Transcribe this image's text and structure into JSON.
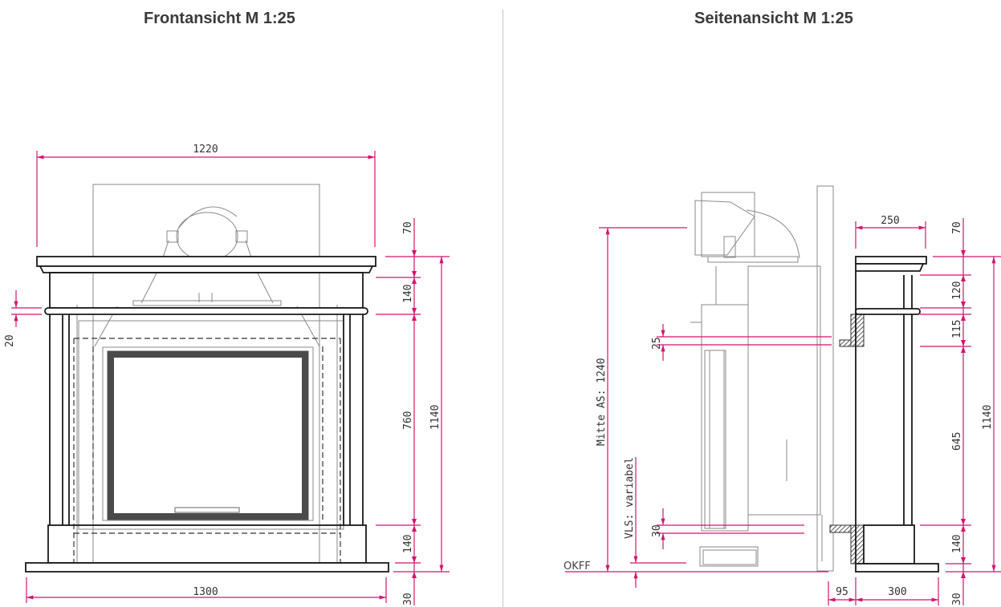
{
  "views": {
    "front": {
      "title": "Frontansicht M 1:25"
    },
    "side": {
      "title": "Seitenansicht M 1:25"
    }
  },
  "colors": {
    "dimension": "#d4146e",
    "outline": "#1a1a1a",
    "insert": "#8a8a8a",
    "title": "#3a3a3a",
    "divider": "#c8c4c0"
  },
  "front_dimensions": {
    "top_width": "1220",
    "bottom_width": "1300",
    "left_ring": "20",
    "right_chain": [
      "70",
      "140",
      "760",
      "140",
      "30"
    ],
    "total_height": "1140"
  },
  "side_dimensions": {
    "top_depth": "250",
    "right_chain": [
      "70",
      "120",
      "115",
      "645",
      "140",
      "30"
    ],
    "total_height": "1140",
    "flue_center_label": "Mitte AS: 1240",
    "vls_label": "VLS: variabel",
    "gap_upper": "25",
    "gap_lower": "30",
    "floor_label": "OKFF",
    "bottom_wall_offset": "95",
    "bottom_depth": "300"
  }
}
